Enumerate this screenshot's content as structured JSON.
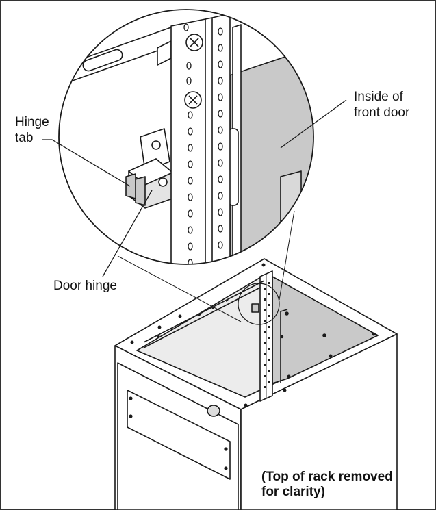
{
  "labels": {
    "hinge_tab": "Hinge\ntab",
    "inside_front_door": "Inside of\nfront door",
    "door_hinge": "Door hinge",
    "note": "(Top of rack removed\nfor clarity)"
  },
  "colors": {
    "line": "#1a1a1a",
    "panel_gray": "#c9c9c9",
    "light_gray": "#e4e4e4",
    "white": "#ffffff"
  }
}
